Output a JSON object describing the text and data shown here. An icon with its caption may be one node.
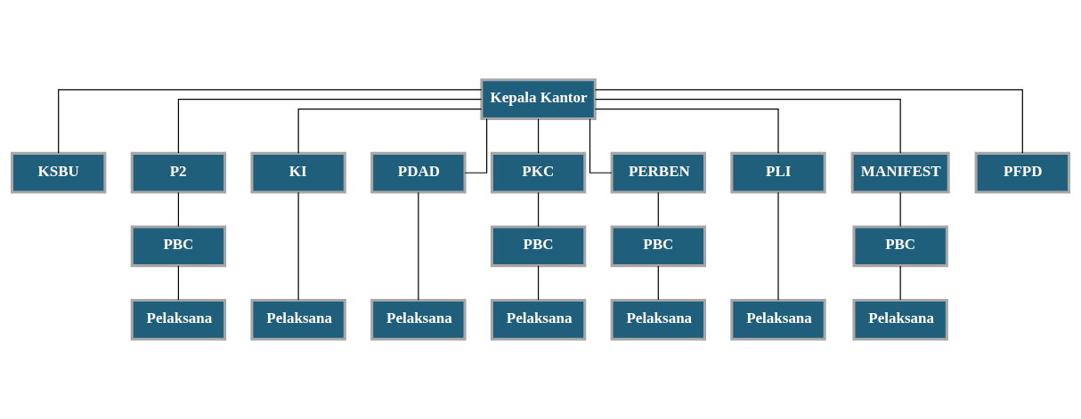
{
  "diagram": {
    "nodes": [
      {
        "text": [
          "Kepala Kantor"
        ]
      },
      {
        "text": [
          "KSBU"
        ]
      },
      {
        "text": [
          "P2"
        ]
      },
      {
        "text": [
          "KI"
        ]
      },
      {
        "text": [
          "PDAD"
        ]
      },
      {
        "text": [
          "PKC"
        ]
      },
      {
        "text": [
          "PERBEN"
        ]
      },
      {
        "text": [
          "PLI"
        ]
      },
      {
        "text": [
          "MANIFEST"
        ]
      },
      {
        "text": [
          "PFPD"
        ]
      },
      {
        "text": [
          "PBC"
        ]
      },
      {
        "text": [
          "PBC"
        ]
      },
      {
        "text": [
          "PBC"
        ]
      },
      {
        "text": [
          "PBC"
        ]
      },
      {
        "text": [
          "Pelaksana"
        ]
      },
      {
        "text": [
          "Pelaksana"
        ]
      },
      {
        "text": [
          "Pelaksana"
        ]
      },
      {
        "text": [
          "Pelaksana"
        ]
      },
      {
        "text": [
          "Pelaksana"
        ]
      },
      {
        "text": [
          "Pelaksana"
        ]
      },
      {
        "text": [
          "Pelaksana"
        ]
      }
    ],
    "edges": [
      {
        "from": 0,
        "to": 1,
        "arrow": "none"
      },
      {
        "from": 0,
        "to": 2,
        "arrow": "none"
      },
      {
        "from": 0,
        "to": 3,
        "arrow": "none"
      },
      {
        "from": 0,
        "to": 4,
        "arrow": "none"
      },
      {
        "from": 0,
        "to": 5,
        "arrow": "none"
      },
      {
        "from": 0,
        "to": 6,
        "arrow": "none"
      },
      {
        "from": 0,
        "to": 7,
        "arrow": "none"
      },
      {
        "from": 0,
        "to": 8,
        "arrow": "none"
      },
      {
        "from": 0,
        "to": 9,
        "arrow": "none"
      },
      {
        "from": 2,
        "to": 10,
        "arrow": "none"
      },
      {
        "from": 10,
        "to": 14,
        "arrow": "none"
      },
      {
        "from": 3,
        "to": 15,
        "arrow": "none"
      },
      {
        "from": 4,
        "to": 16,
        "arrow": "none"
      },
      {
        "from": 5,
        "to": 11,
        "arrow": "none"
      },
      {
        "from": 11,
        "to": 17,
        "arrow": "none"
      },
      {
        "from": 6,
        "to": 12,
        "arrow": "none"
      },
      {
        "from": 12,
        "to": 18,
        "arrow": "none"
      },
      {
        "from": 7,
        "to": 19,
        "arrow": "none"
      },
      {
        "from": 8,
        "to": 13,
        "arrow": "none"
      },
      {
        "from": 13,
        "to": 20,
        "arrow": "none"
      }
    ]
  }
}
